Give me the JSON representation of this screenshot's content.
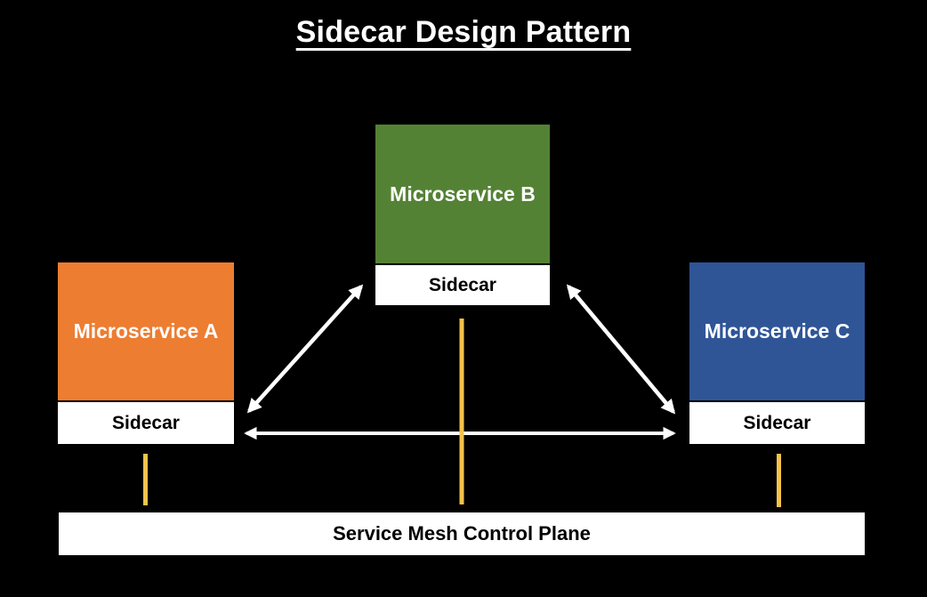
{
  "title": "Sidecar Design Pattern",
  "colors": {
    "background": "#000000",
    "microservice-a": "#ED7D31",
    "microservice-b": "#548235",
    "microservice-c": "#2F5597",
    "label-text": "#FFFFFF",
    "sidecar-bg": "#FFFFFF",
    "sidecar-text": "#000000",
    "arrow": "#FFFFFF",
    "mesh-line": "#F3C24B",
    "control-plane-bg": "#FFFFFF",
    "control-plane-text": "#000000"
  },
  "nodes": {
    "a": {
      "label": "Microservice A",
      "sidecar": "Sidecar"
    },
    "b": {
      "label": "Microservice B",
      "sidecar": "Sidecar"
    },
    "c": {
      "label": "Microservice C",
      "sidecar": "Sidecar"
    }
  },
  "control_plane": {
    "label": "Service Mesh Control Plane"
  },
  "connections": [
    {
      "from": "sidecar-a",
      "to": "sidecar-b",
      "type": "double-headed-arrow",
      "color": "#FFFFFF"
    },
    {
      "from": "sidecar-b",
      "to": "sidecar-c",
      "type": "double-headed-arrow",
      "color": "#FFFFFF"
    },
    {
      "from": "sidecar-a",
      "to": "sidecar-c",
      "type": "double-headed-arrow",
      "color": "#FFFFFF"
    },
    {
      "from": "sidecar-a",
      "to": "control-plane",
      "type": "line",
      "color": "#F3C24B"
    },
    {
      "from": "sidecar-b",
      "to": "control-plane",
      "type": "line",
      "color": "#F3C24B"
    },
    {
      "from": "sidecar-c",
      "to": "control-plane",
      "type": "line",
      "color": "#F3C24B"
    }
  ]
}
